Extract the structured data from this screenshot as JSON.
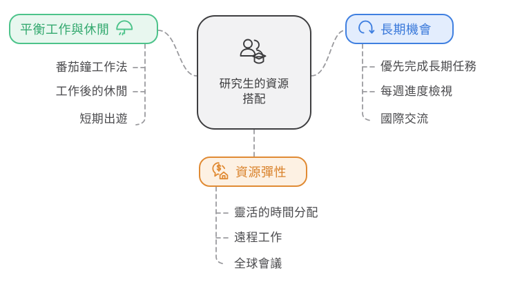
{
  "diagram": {
    "type": "mind-map",
    "title_node": {
      "label": "研究生的資源搭配",
      "icon": "people-graduation-cap-icon",
      "border_color": "#3d3d3f",
      "fill_color": "#f2f2f3"
    },
    "branches": [
      {
        "id": "balance",
        "label": "平衡工作與休閒",
        "icon": "umbrella-icon",
        "accent_color": "#34a96f",
        "border_color": "#4cc38a",
        "fill_color": "#e8f7ef",
        "position": "top-left",
        "items": [
          {
            "label": "番茄鐘工作法"
          },
          {
            "label": "工作後的休閒"
          },
          {
            "label": "短期出遊"
          }
        ]
      },
      {
        "id": "longterm",
        "label": "長期機會",
        "icon": "rotate-arrow-icon",
        "accent_color": "#3a79da",
        "border_color": "#3f7fe0",
        "fill_color": "#e3edfd",
        "position": "top-right",
        "items": [
          {
            "label": "優先完成長期任務"
          },
          {
            "label": "每週進度檢視"
          },
          {
            "label": "國際交流"
          }
        ]
      },
      {
        "id": "flexibility",
        "label": "資源彈性",
        "icon": "money-house-icon",
        "accent_color": "#d9822b",
        "border_color": "#e08a33",
        "fill_color": "#fdf1e3",
        "position": "bottom-center",
        "items": [
          {
            "label": "靈活的時間分配"
          },
          {
            "label": "遠程工作"
          },
          {
            "label": "全球會議"
          }
        ]
      }
    ],
    "connector_style": {
      "color": "#9a9a9e",
      "dash": "6 5",
      "width": 1.8
    }
  }
}
